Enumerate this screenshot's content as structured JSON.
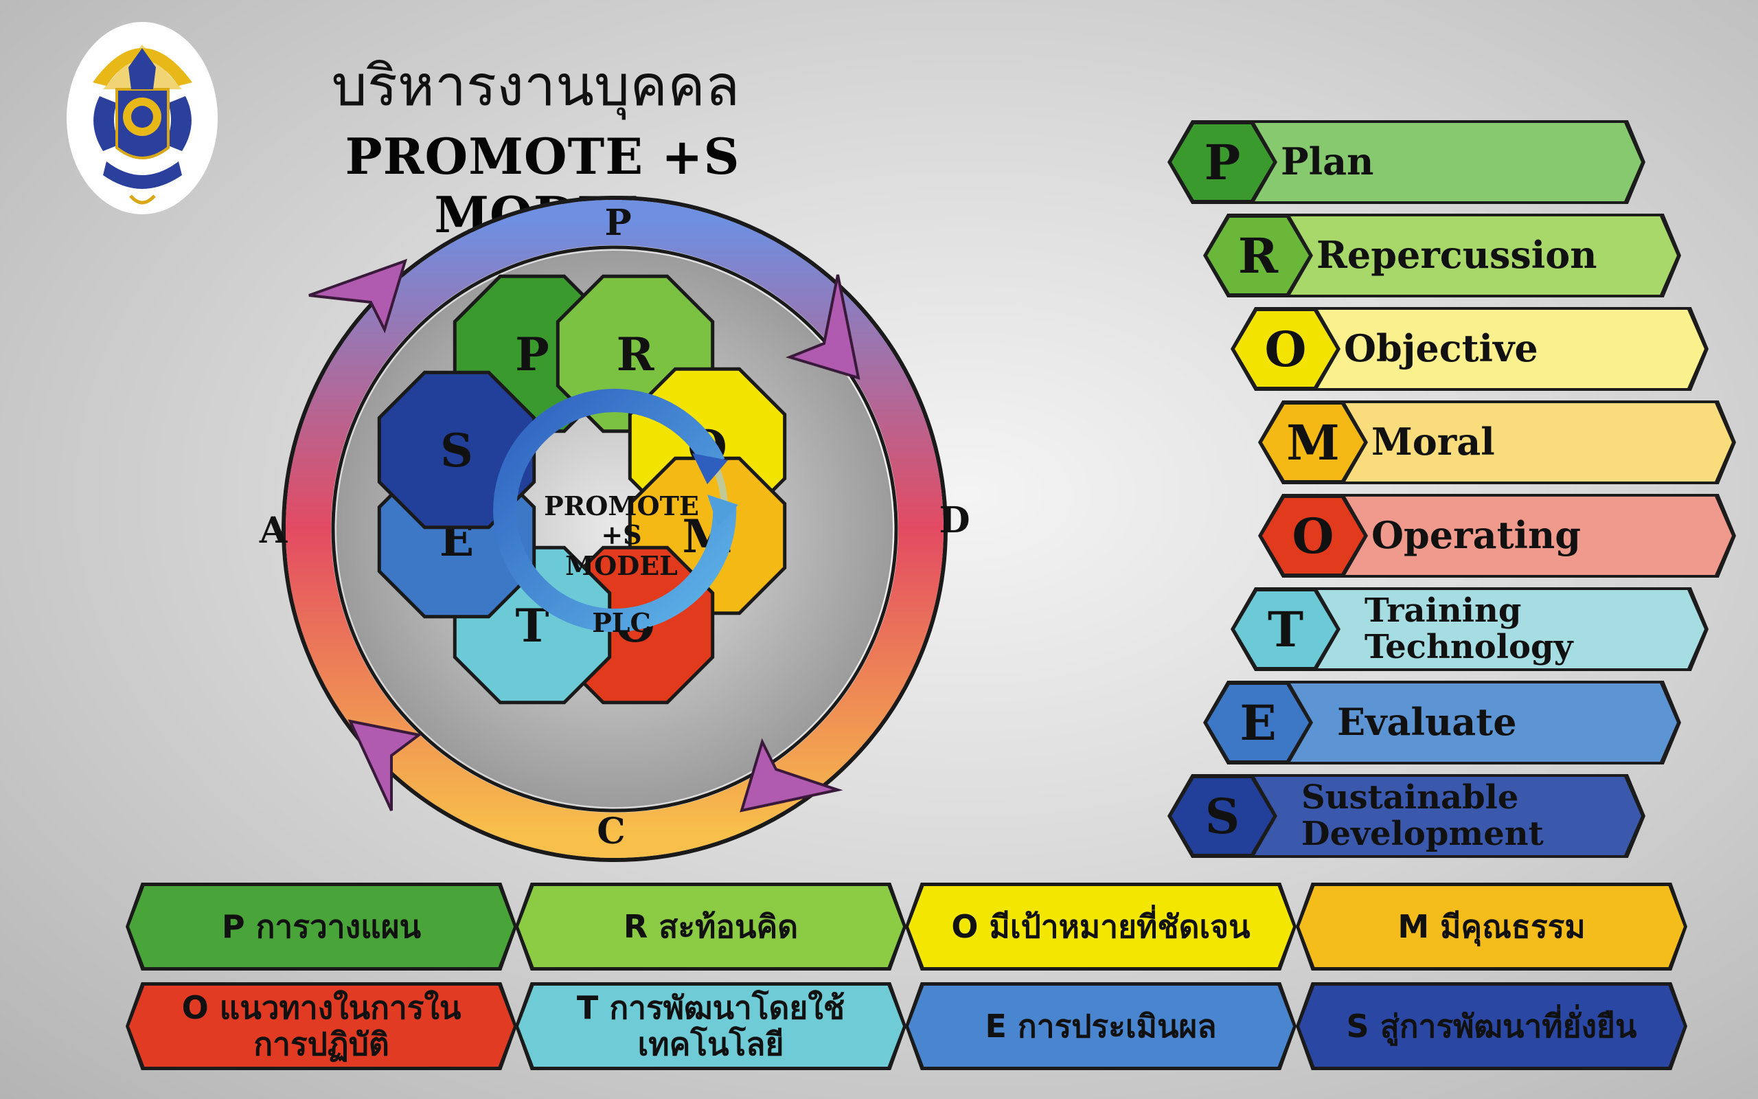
{
  "header": {
    "title_thai": "บริหารงานบุคคล",
    "title_model": "PROMOTE +S MODEL"
  },
  "logo": {
    "name": "school-emblem-icon"
  },
  "cycle": {
    "outer_letters": {
      "top": "P",
      "right": "D",
      "bottom": "C",
      "left": "A"
    },
    "center_lines": [
      "PROMOTE",
      "+S",
      "MODEL"
    ],
    "center_sub": "PLC",
    "octagons": [
      {
        "letter": "P",
        "color": "#3a9a2e"
      },
      {
        "letter": "R",
        "color": "#7cc242"
      },
      {
        "letter": "O",
        "color": "#f2e300"
      },
      {
        "letter": "M",
        "color": "#f5b916"
      },
      {
        "letter": "O",
        "color": "#e23a1c"
      },
      {
        "letter": "T",
        "color": "#6cc9d6"
      },
      {
        "letter": "E",
        "color": "#3d78c6"
      },
      {
        "letter": "S",
        "color": "#22409a"
      }
    ]
  },
  "legend": [
    {
      "letter": "P",
      "label": "Plan",
      "hex_color": "#3a9a2e",
      "band_color": "#86c96f"
    },
    {
      "letter": "R",
      "label": "Repercussion",
      "hex_color": "#6bb73a",
      "band_color": "#a9d86a"
    },
    {
      "letter": "O",
      "label": "Objective",
      "hex_color": "#f2e300",
      "band_color": "#fbf08e"
    },
    {
      "letter": "M",
      "label": "Moral",
      "hex_color": "#f5b916",
      "band_color": "#f9dc7c"
    },
    {
      "letter": "O",
      "label": "Operating",
      "hex_color": "#e23a1c",
      "band_color": "#f09a8e"
    },
    {
      "letter": "T",
      "label_lines": [
        "Training",
        "Technology"
      ],
      "hex_color": "#6cc9d6",
      "band_color": "#a6dde3"
    },
    {
      "letter": "E",
      "label": "Evaluate",
      "hex_color": "#3d78c6",
      "band_color": "#5d95d4"
    },
    {
      "letter": "S",
      "label_lines": [
        "Sustainable",
        "Development"
      ],
      "hex_color": "#22409a",
      "band_color": "#3a59ad"
    }
  ],
  "bottom_row1": [
    {
      "text": "P การวางแผน",
      "color": "#49a53a"
    },
    {
      "text": "R สะท้อนคิด",
      "color": "#8ccc45"
    },
    {
      "text": "O มีเป้าหมายที่ชัดเจน",
      "color": "#f3e600"
    },
    {
      "text": "M มีคุณธรรม",
      "color": "#f5bd1c"
    }
  ],
  "bottom_row2": [
    {
      "text_lines": [
        "O แนวทางในการใน",
        "การปฏิบัติ"
      ],
      "color": "#e13b24"
    },
    {
      "text_lines": [
        "T การพัฒนาโดยใช้",
        "เทคโนโลยี"
      ],
      "color": "#6fcbd6"
    },
    {
      "text": "E การประเมินผล",
      "color": "#4a86d0"
    },
    {
      "text": "S สู่การพัฒนาที่ยั่งยืน",
      "color": "#2a47a3"
    }
  ]
}
